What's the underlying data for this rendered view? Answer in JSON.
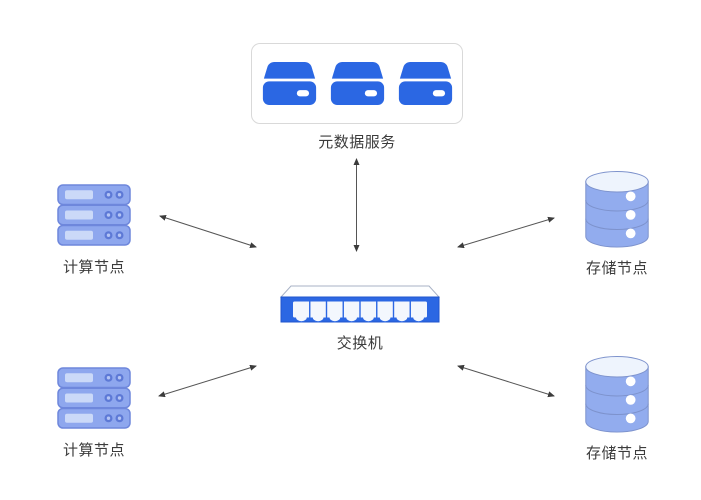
{
  "diagram": {
    "kind": "distributed-storage-architecture",
    "nodes": {
      "metadata_service": {
        "label": "元数据服务",
        "icon": "hard-drive-icon",
        "icon_count": 3
      },
      "switch": {
        "label": "交换机",
        "icon": "network-switch-icon",
        "port_count": 8
      },
      "compute_node_top": {
        "label": "计算节点",
        "icon": "server-rack-icon"
      },
      "compute_node_bottom": {
        "label": "计算节点",
        "icon": "server-rack-icon"
      },
      "storage_node_top": {
        "label": "存储节点",
        "icon": "database-cylinder-icon"
      },
      "storage_node_bottom": {
        "label": "存储节点",
        "icon": "database-cylinder-icon"
      }
    },
    "edges": [
      {
        "from": "switch",
        "to": "metadata_service",
        "bidirectional": true
      },
      {
        "from": "switch",
        "to": "compute_node_top",
        "bidirectional": true
      },
      {
        "from": "switch",
        "to": "storage_node_top",
        "bidirectional": true
      },
      {
        "from": "switch",
        "to": "compute_node_bottom",
        "bidirectional": true
      },
      {
        "from": "switch",
        "to": "storage_node_bottom",
        "bidirectional": true
      }
    ]
  },
  "colors": {
    "background": "#ffffff",
    "primary_blue": "#2b67e3",
    "light_blue_fill": "#8ea7ee",
    "light_blue_stroke": "#6e87dc",
    "lighter_blue": "#cbd9f8",
    "cylinder_fill": "#92acee",
    "cylinder_stroke": "#7d92cc",
    "box_border": "#d9d9d9",
    "arrow_color": "#555555",
    "label_color": "#3c3c3c"
  }
}
